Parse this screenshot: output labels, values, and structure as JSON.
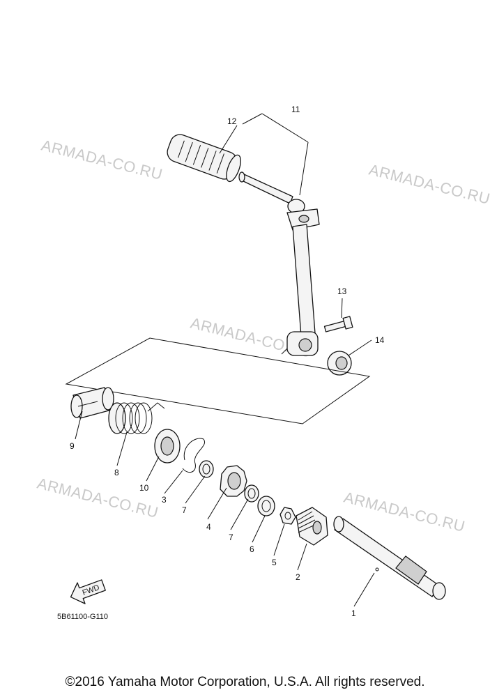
{
  "watermarks": [
    "ARMADA-CO.RU",
    "ARMADA-CO.RU",
    "ARMADA-CO.RU",
    "ARMADA-CO.RU",
    "ARMADA-CO.RU"
  ],
  "callouts": {
    "c1": "1",
    "c2": "2",
    "c3": "3",
    "c4": "4",
    "c5": "5",
    "c6": "6",
    "c7a": "7",
    "c7b": "7",
    "c8": "8",
    "c9": "9",
    "c10": "10",
    "c11": "11",
    "c12": "12",
    "c13": "13",
    "c14": "14"
  },
  "fwd_label": "FWD",
  "diagram_code": "5B61100-G110",
  "copyright": "©2016 Yamaha Motor Corporation, U.S.A. All rights reserved.",
  "colors": {
    "watermark": "#c9c9c9",
    "ink": "#111111",
    "background": "#ffffff"
  }
}
